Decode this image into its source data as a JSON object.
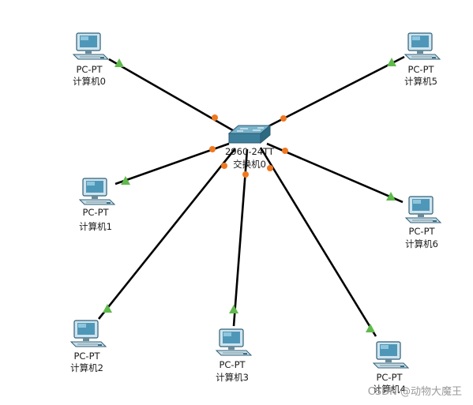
{
  "switch": {
    "model": "2960-24TT",
    "name": "交换机0"
  },
  "pcs": [
    {
      "model": "PC-PT",
      "name": "计算机0"
    },
    {
      "model": "PC-PT",
      "name": "计算机1"
    },
    {
      "model": "PC-PT",
      "name": "计算机2"
    },
    {
      "model": "PC-PT",
      "name": "计算机3"
    },
    {
      "model": "PC-PT",
      "name": "计算机4"
    },
    {
      "model": "PC-PT",
      "name": "计算机5"
    },
    {
      "model": "PC-PT",
      "name": "计算机6"
    }
  ],
  "link_colors": {
    "cable": "#000000",
    "switch_end": "#f07820",
    "pc_end": "#5fb94b"
  },
  "watermark": "CSDN @动物大魔王"
}
